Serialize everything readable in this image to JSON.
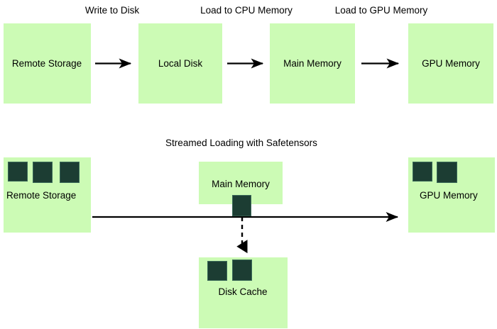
{
  "diagram": {
    "title_top_section": "",
    "colors": {
      "box_fill": "#ccfbb5",
      "chunk_fill": "#1c3d33",
      "chunk_border": "#3b6a59",
      "arrow": "#000000",
      "text": "#000000",
      "background": "#ffffff"
    },
    "top_flow": {
      "edge_labels": [
        {
          "text": "Write to Disk"
        },
        {
          "text": "Load to CPU Memory"
        },
        {
          "text": "Load to GPU Memory"
        }
      ],
      "nodes": [
        {
          "label": "Remote Storage"
        },
        {
          "label": "Local Disk"
        },
        {
          "label": "Main Memory"
        },
        {
          "label": "GPU Memory"
        }
      ]
    },
    "bottom_flow": {
      "title": "Streamed Loading with Safetensors",
      "nodes": [
        {
          "label": "Remote Storage",
          "chunk_count": 3
        },
        {
          "label": "Main Memory",
          "chunk_count": 1
        },
        {
          "label": "GPU Memory",
          "chunk_count": 2
        },
        {
          "label": "Disk Cache",
          "chunk_count": 2
        }
      ]
    }
  }
}
